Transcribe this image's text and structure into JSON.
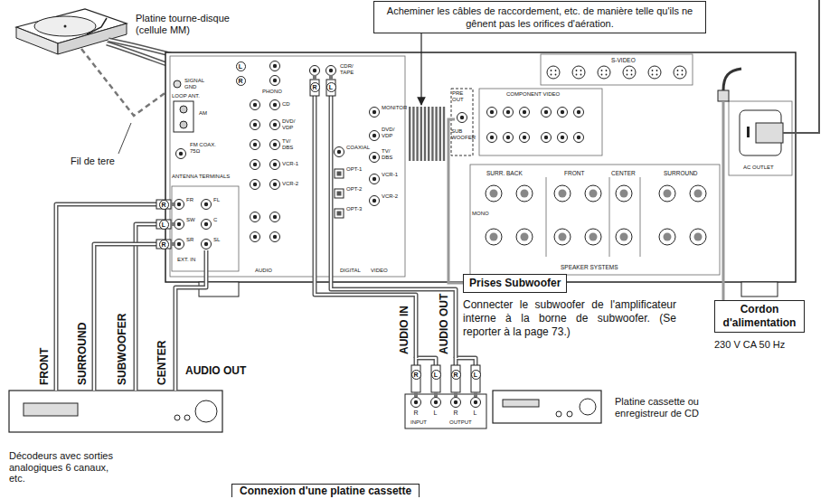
{
  "diagram": {
    "nodes": [
      {
        "text": [
          "Acheminer les câbles de raccordement, etc. de manière telle qu'ils ne gênent pas les orifices d'aération."
        ]
      },
      {
        "text": [
          "Prises Subwoofer",
          "Connecter le subwoofer de l'amplificateur interne à la borne de subwoofer. (Se reporter à la page 73.)"
        ]
      },
      {
        "text": [
          "Cordon d'alimentation",
          "230 V CA 50 Hz"
        ]
      },
      {
        "text": [
          "Connexion d'une platine cassette"
        ]
      }
    ],
    "labels": [
      "Platine tourne-disque (cellule MM)",
      "Fil de tere",
      "SIGNAL GND",
      "LOOP ANT.",
      "AM",
      "FM COAX. 75Ω",
      "ANTENNA TERMINALS",
      "FR",
      "FL",
      "SW",
      "C",
      "SR",
      "SL",
      "EXT. IN",
      "PHONO",
      "CD",
      "DVD/ VDP",
      "TV/ DBS",
      "VCR-1",
      "VCR-2",
      "AUDIO",
      "CDR/ TAPE",
      "COAXIAL",
      "OPT-1",
      "OPT-2",
      "OPT-3",
      "DIGITAL",
      "MONITOR",
      "DVD/ VDP",
      "TV/ DBS",
      "VCR-1",
      "VCR-2",
      "VIDEO",
      "S-VIDEO",
      "PRE OUT",
      "SUB WOOFER",
      "COMPONENT VIDEO",
      "SURR. BACK",
      "FRONT",
      "CENTER",
      "SURROUND",
      "MONO",
      "SPEAKER SYSTEMS",
      "AC OUTLET",
      "L",
      "R",
      "R",
      "L",
      "R",
      "L",
      "R",
      "FRONT",
      "SURROUND",
      "SUBWOOFER",
      "CENTER",
      "AUDIO OUT",
      "Décodeurs avec sorties analogiques 6 canaux, etc.",
      "AUDIO IN",
      "AUDIO OUT",
      "R",
      "L",
      "R",
      "L",
      "INPUT",
      "OUTPUT",
      "R",
      "L",
      "R",
      "L",
      "Platine cassette ou enregistreur de CD"
    ]
  }
}
